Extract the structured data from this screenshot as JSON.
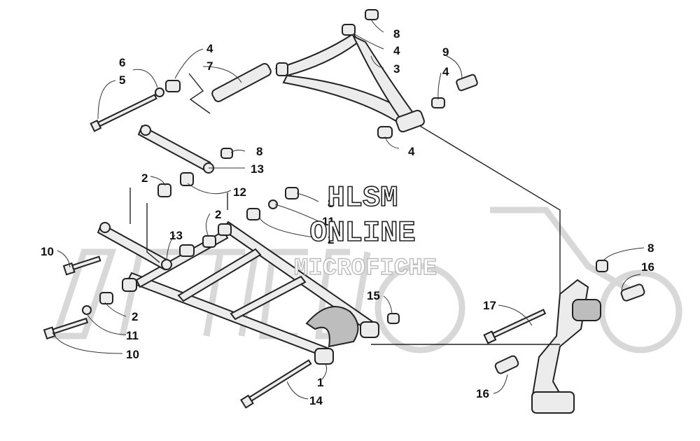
{
  "watermark": {
    "line1": "HLSM",
    "line2": "ONLINE",
    "line3": "MICROFICHE",
    "background_brand": "ARCTIC CAT",
    "color": "#d4d4d4"
  },
  "callouts": {
    "c1": "1",
    "c2a": "2",
    "c2b": "2",
    "c2c": "2",
    "c2d": "2",
    "c3": "3",
    "c4a": "4",
    "c4b": "4",
    "c4c": "4",
    "c4d": "4",
    "c5": "5",
    "c6": "6",
    "c7": "7",
    "c8a": "8",
    "c8b": "8",
    "c8c": "8",
    "c8d": "8",
    "c9": "9",
    "c10a": "10",
    "c10b": "10",
    "c11a": "11",
    "c11b": "11",
    "c12": "12",
    "c13a": "13",
    "c13b": "13",
    "c14": "14",
    "c15": "15",
    "c16a": "16",
    "c16b": "16",
    "c17": "17"
  }
}
